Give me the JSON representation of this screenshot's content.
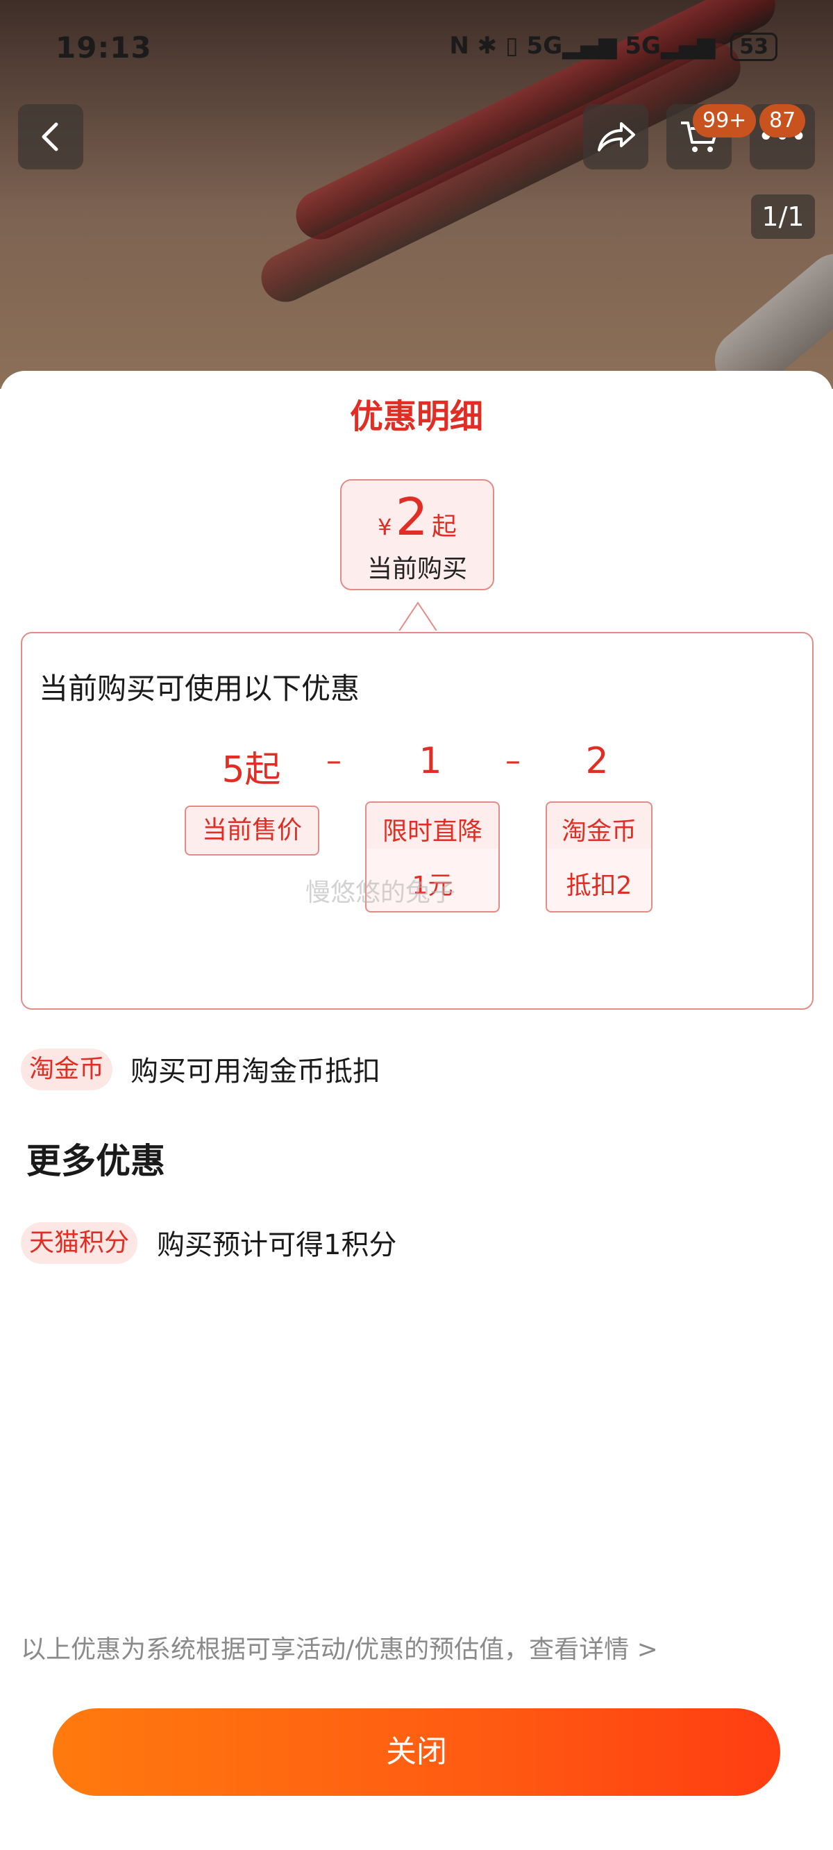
{
  "status_bar": {
    "time": "19:13",
    "indicators": "N ✱ ▯ 5G▂▄▆ 5G▂▄▆",
    "battery": "53"
  },
  "top_bar": {
    "back_icon": "chevron-left",
    "share_icon": "share-arrow",
    "cart_icon": "shopping-cart",
    "more_icon": "more-dots",
    "cart_badge": "99+",
    "message_badge": "87",
    "pager": "1/1"
  },
  "sheet": {
    "title": "优惠明细",
    "price": {
      "currency": "¥",
      "amount": "2",
      "suffix": "起",
      "label": "当前购买"
    },
    "promo_heading": "当前购买可使用以下优惠",
    "formula": {
      "value_1": "5起",
      "minus_1": "–",
      "value_2": "1",
      "minus_2": "–",
      "value_3": "2",
      "chip_1": "当前售价",
      "chip_2_top": "限时直降",
      "chip_2_bottom": "1元",
      "chip_3_top": "淘金币",
      "chip_3_bottom": "抵扣2"
    },
    "watermark": "慢悠悠的兔子",
    "coin_tag": "淘金币",
    "coin_text": "购买可用淘金币抵扣",
    "more_title": "更多优惠",
    "points_tag": "天猫积分",
    "points_text": "购买预计可得1积分",
    "footnote": "以上优惠为系统根据可享活动/优惠的预估值，查看详情 >",
    "close_label": "关闭"
  },
  "colors": {
    "accent_red": "#e02e24",
    "button_gradient_start": "#ff7a0e",
    "button_gradient_end": "#ff3d12"
  }
}
